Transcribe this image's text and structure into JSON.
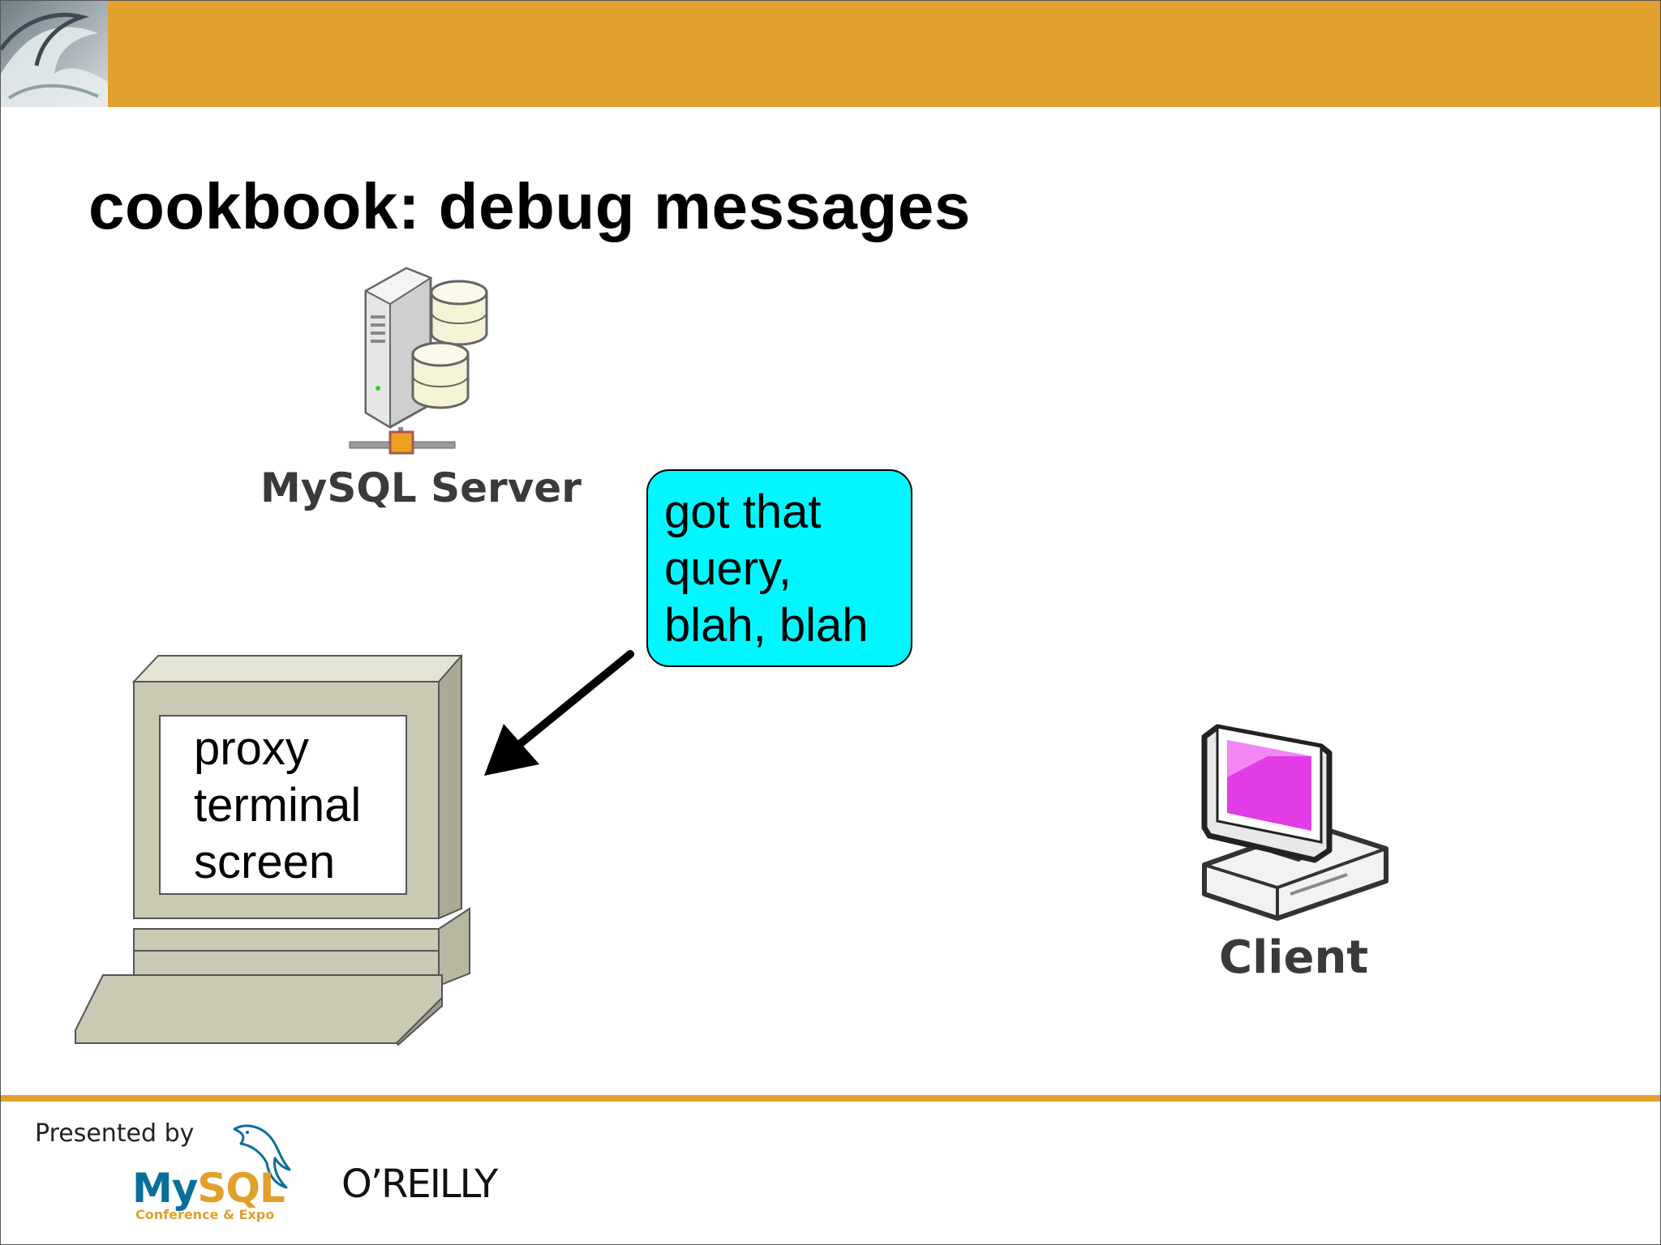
{
  "slide": {
    "title": "cookbook: debug messages",
    "colors": {
      "accent": "#e2a02f",
      "bubble": "#00f7ff",
      "client_screen": "#e23ce6"
    }
  },
  "diagram": {
    "server": {
      "icon": "database-server-icon",
      "label": "MySQL Server"
    },
    "bubble": {
      "lines": [
        "got that",
        "query,",
        "blah, blah"
      ]
    },
    "terminal": {
      "icon": "terminal-computer-icon",
      "lines": [
        "proxy",
        "terminal",
        "screen"
      ]
    },
    "client": {
      "icon": "desktop-computer-icon",
      "label": "Client"
    },
    "arrow": {
      "icon": "arrow-down-left-icon"
    }
  },
  "footer": {
    "presented_by": "Presented by",
    "mysql_logo": {
      "my": "My",
      "sql": "SQL",
      "subtitle": "Conference & Expo"
    },
    "oreilly": "O’REILLY",
    "logo_icons": [
      "dolphin-icon"
    ]
  }
}
